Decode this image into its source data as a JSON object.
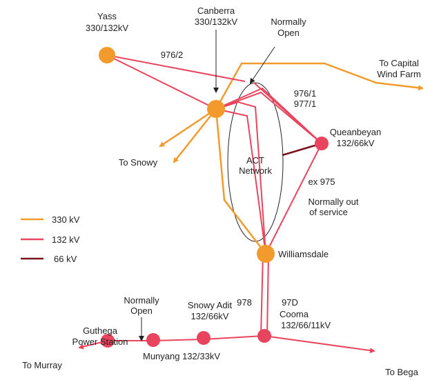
{
  "colors": {
    "kv330": "#f39a2c",
    "kv132": "#e8445e",
    "kv66": "#7a1019",
    "text": "#222222"
  },
  "substations": {
    "yass": {
      "name": "Yass",
      "rating": "330/132kV"
    },
    "canberra": {
      "name": "Canberra",
      "rating": "330/132kV"
    },
    "queanbeyan": {
      "name": "Queanbeyan",
      "rating": "132/66kV"
    },
    "williamsdale": {
      "name": "Williamsdale"
    },
    "cooma": {
      "name": "Cooma",
      "rating": "132/66/11kV"
    },
    "snowy_adit": {
      "name": "Snowy Adit",
      "rating": "132/66kV"
    },
    "munyang": {
      "name": "Munyang 132/33kV"
    },
    "guthega": {
      "name": "Guthega",
      "name2": "Power Station"
    }
  },
  "destinations": {
    "capital_wind_farm": {
      "line1": "To Capital",
      "line2": "Wind Farm"
    },
    "snowy": "To Snowy",
    "murray": "To Murray",
    "bega": "To Bega"
  },
  "network": {
    "line1": "ACT",
    "line2": "Network"
  },
  "line_labels": {
    "l976_2": "976/2",
    "l976_1": "976/1",
    "l977_1": "977/1",
    "ex975": "ex 975",
    "l978": "978",
    "l97d": "97D"
  },
  "notes": {
    "normally_open_top": {
      "line1": "Normally",
      "line2": "Open"
    },
    "normally_out": {
      "line1": "Normally out",
      "line2": "of service"
    },
    "normally_open_bottom": {
      "line1": "Normally",
      "line2": "Open"
    }
  },
  "legend": [
    {
      "label": "330 kV"
    },
    {
      "label": "132 kV"
    },
    {
      "label": "66 kV"
    }
  ]
}
